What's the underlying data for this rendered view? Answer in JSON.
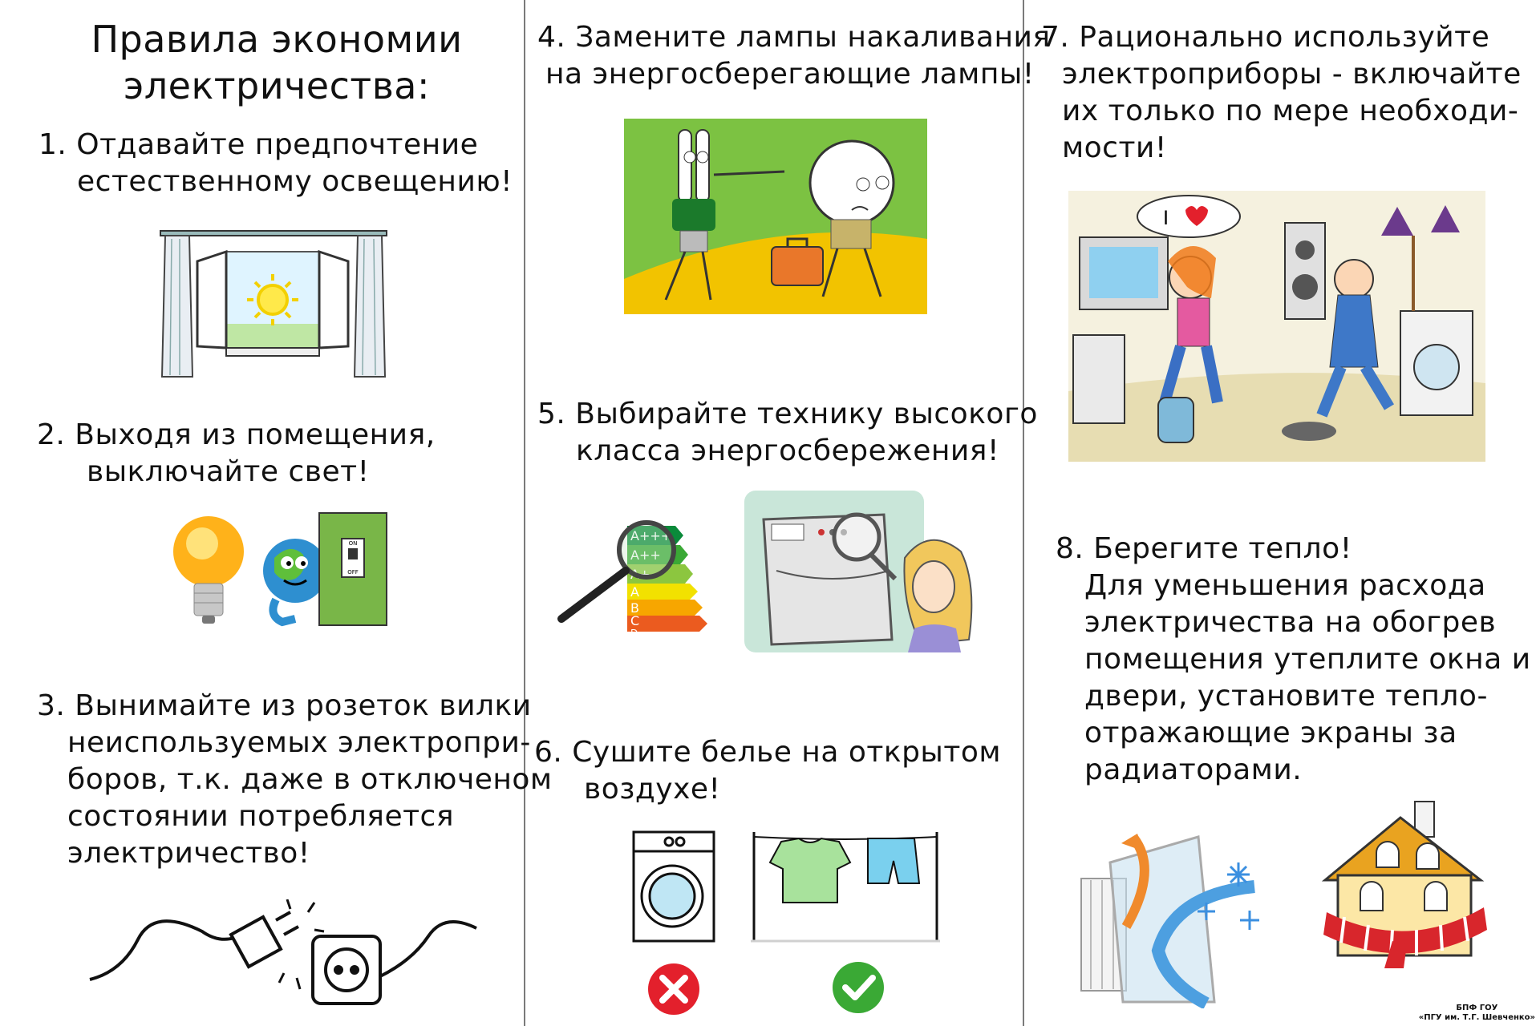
{
  "title": [
    "Правила экономии",
    "электричества:"
  ],
  "rules": {
    "r1": [
      "1. Отдавайте  предпочтение",
      "естественному освещению!"
    ],
    "r2": [
      "2.  Выходя из помещения,",
      "выключайте свет!"
    ],
    "r3": [
      "3.  Вынимайте из розеток вилки",
      "неиспользуемых электропри-",
      "боров, т.к. даже в отключеном",
      "состоянии потребляется",
      "электричество!"
    ],
    "r4": [
      "4. Замените лампы накаливания",
      "на энергосберегающие лампы!"
    ],
    "r5": [
      "5. Выбирайте технику высокого",
      "класса энергосбережения!"
    ],
    "r6": [
      "6.  Сушите белье на открытом",
      "воздухе!"
    ],
    "r7": [
      "7. Рационально  используйте",
      "электроприборы - включайте",
      "их только по мере необходи-",
      "мости!"
    ],
    "r8": [
      "8. Берегите тепло!",
      "Для уменьшения расхода",
      "электричества на обогрев",
      "помещения утеплите окна и",
      "двери, установите тепло-",
      "отражающие экраны за",
      "радиаторами."
    ]
  },
  "switch": {
    "on": "ON",
    "off": "OFF"
  },
  "energy_classes": [
    "A+++",
    "A++",
    "A+",
    "A",
    "B",
    "C",
    "D"
  ],
  "heart_label": "I",
  "footer": [
    "БПФ ГОУ",
    "«ПГУ им. Т.Г. Шевченко»"
  ],
  "colors": {
    "green_bg": "#7cc242",
    "yellow_bg": "#f2c300",
    "red": "#e3202c",
    "ok_green": "#3aa935",
    "divider": "#7a7a7a"
  }
}
